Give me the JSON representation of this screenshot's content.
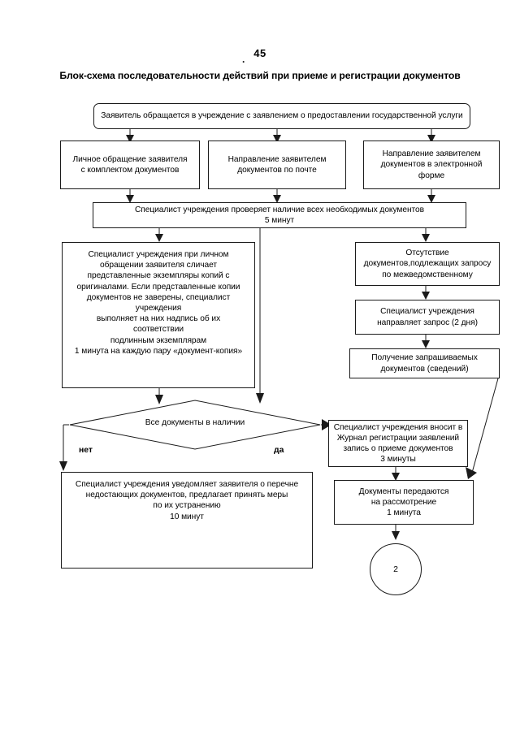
{
  "document": {
    "page_number": "45",
    "title": "Блок-схема последовательности действий при приеме и регистрации документов"
  },
  "flow": {
    "start": {
      "id": "applicant-request",
      "text": "Заявитель обращается в учреждение с заявлением о предоставлении государственной услуги"
    },
    "channels": [
      {
        "id": "personal-visit",
        "text": "Личное обращение заявителя\nс комплектом документов"
      },
      {
        "id": "by-mail",
        "text": "Направление заявителем\nдокументов по почте"
      },
      {
        "id": "electronic-form",
        "text": "Направление заявителем\nдокументов в электронной\nформе"
      }
    ],
    "check_documents": {
      "id": "check-documents",
      "text": "Специалист учреждения проверяет наличие всех необходимых документов\n5 минут"
    },
    "copy_verification": {
      "id": "copy-verification",
      "text": "Специалист учреждения при личном\nобращении заявителя сличает\nпредставленные экземпляры копий с\nоригиналами. Если представленные копии\nдокументов не заверены, специалист\nучреждения\nвыполняет на них надпись об их\nсоответствии\nподлинным экземплярам\n1 минута на каждую пару «документ-копия»"
    },
    "missing_interagency": {
      "id": "missing-interagency-docs",
      "text": "Отсутствие\nдокументов,подлежащих запросу\nпо межведомственному"
    },
    "send_request": {
      "id": "send-request",
      "text": "Специалист учреждения\nнаправляет запрос (2 дня)"
    },
    "receive_docs": {
      "id": "receive-requested-docs",
      "text": "Получение запрашиваемых\nдокументов (сведений)"
    },
    "decision": {
      "id": "all-documents-present",
      "text": "Все документы в наличии",
      "branch_no": "нет",
      "branch_yes": "да"
    },
    "notify_applicant": {
      "id": "notify-applicant",
      "text": "Специалист учреждения уведомляет заявителя о перечне\nнедостающих документов, предлагает принять меры\nпо их устранению\n10 минут"
    },
    "register_entry": {
      "id": "register-entry",
      "text": "Специалист учреждения вносит в\nЖурнал регистрации заявлений\nзапись о приеме документов\n3 минуты"
    },
    "forward_docs": {
      "id": "forward-documents",
      "text": "Документы передаются\nна рассмотрение\n1 минута"
    },
    "connector": {
      "id": "off-page-connector-2",
      "label": "2"
    }
  },
  "style": {
    "ink": "#1b1b1b",
    "paper": "#ffffff"
  }
}
